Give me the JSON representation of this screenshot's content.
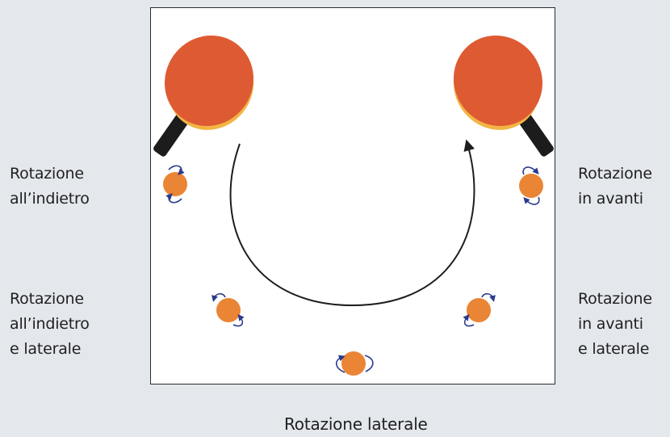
{
  "colors": {
    "background": "#e4e8ec",
    "panel": "#ffffff",
    "paddle": "#de5a32",
    "paddle_edge": "#f2b544",
    "handle": "#1c1c1c",
    "ball": "#ea8535",
    "spin_arrow": "#2c3a8c",
    "trajectory": "#1e1e1e"
  },
  "icons": [
    "paddle-icon",
    "ball-icon",
    "spin-arrow-icon",
    "trajectory-arrow-icon"
  ],
  "labels": {
    "backspin": [
      "Rotazione",
      "all’indietro"
    ],
    "topspin": [
      "Rotazione",
      "in avanti"
    ],
    "backspin_sidespin": [
      "Rotazione",
      "all’indietro",
      "e laterale"
    ],
    "topspin_sidespin": [
      "Rotazione",
      "in avanti",
      "e laterale"
    ],
    "sidespin": "Rotazione laterale"
  }
}
